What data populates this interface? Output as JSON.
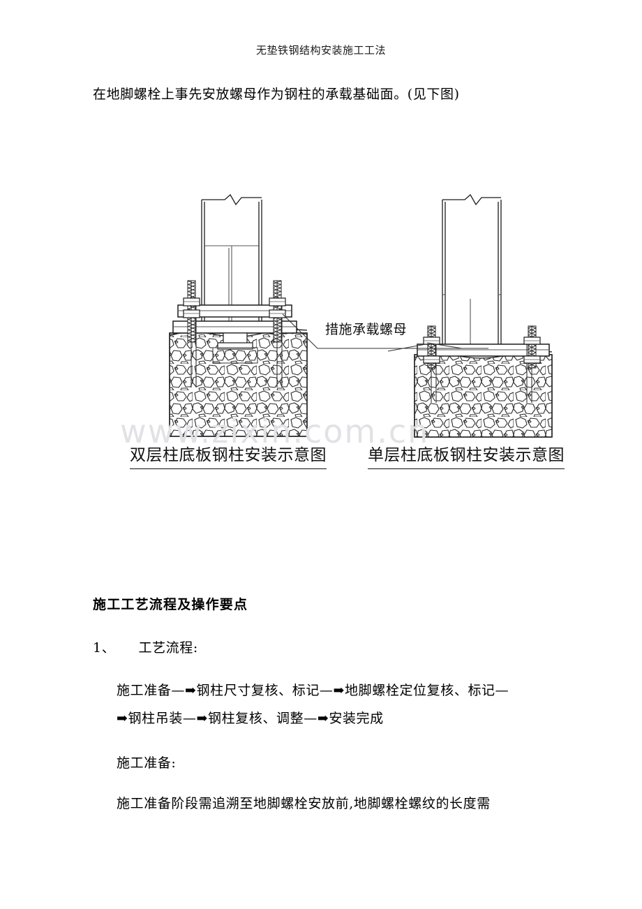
{
  "document": {
    "running_header": "无垫铁钢结构安装施工工法",
    "watermark": "www.zixin.com.cn"
  },
  "body": {
    "intro_line": "在地脚螺栓上事先安放螺母作为钢柱的承载基础面。(见下图)",
    "section_heading": "施工工艺流程及操作要点",
    "list_item_1": "1、     工艺流程:",
    "flow_line_1": "施工准备—➡钢柱尺寸复核、标记—➡地脚螺栓定位复核、标记—",
    "flow_line_2": "➡钢柱吊装—➡钢柱复核、调整—➡安装完成",
    "prep_label": "施工准备:",
    "prep_body": "施工准备阶段需追溯至地脚螺栓安放前,地脚螺栓螺纹的长度需"
  },
  "figure": {
    "annotation_label": "措施承载螺母",
    "caption_left": "双层柱底板钢柱安装示意图",
    "caption_right": "单层柱底板钢柱安装示意图",
    "colors": {
      "line": "#1a1a1a",
      "thin_line": "#555555",
      "background": "#ffffff",
      "watermark": "#e2e2e6"
    }
  }
}
